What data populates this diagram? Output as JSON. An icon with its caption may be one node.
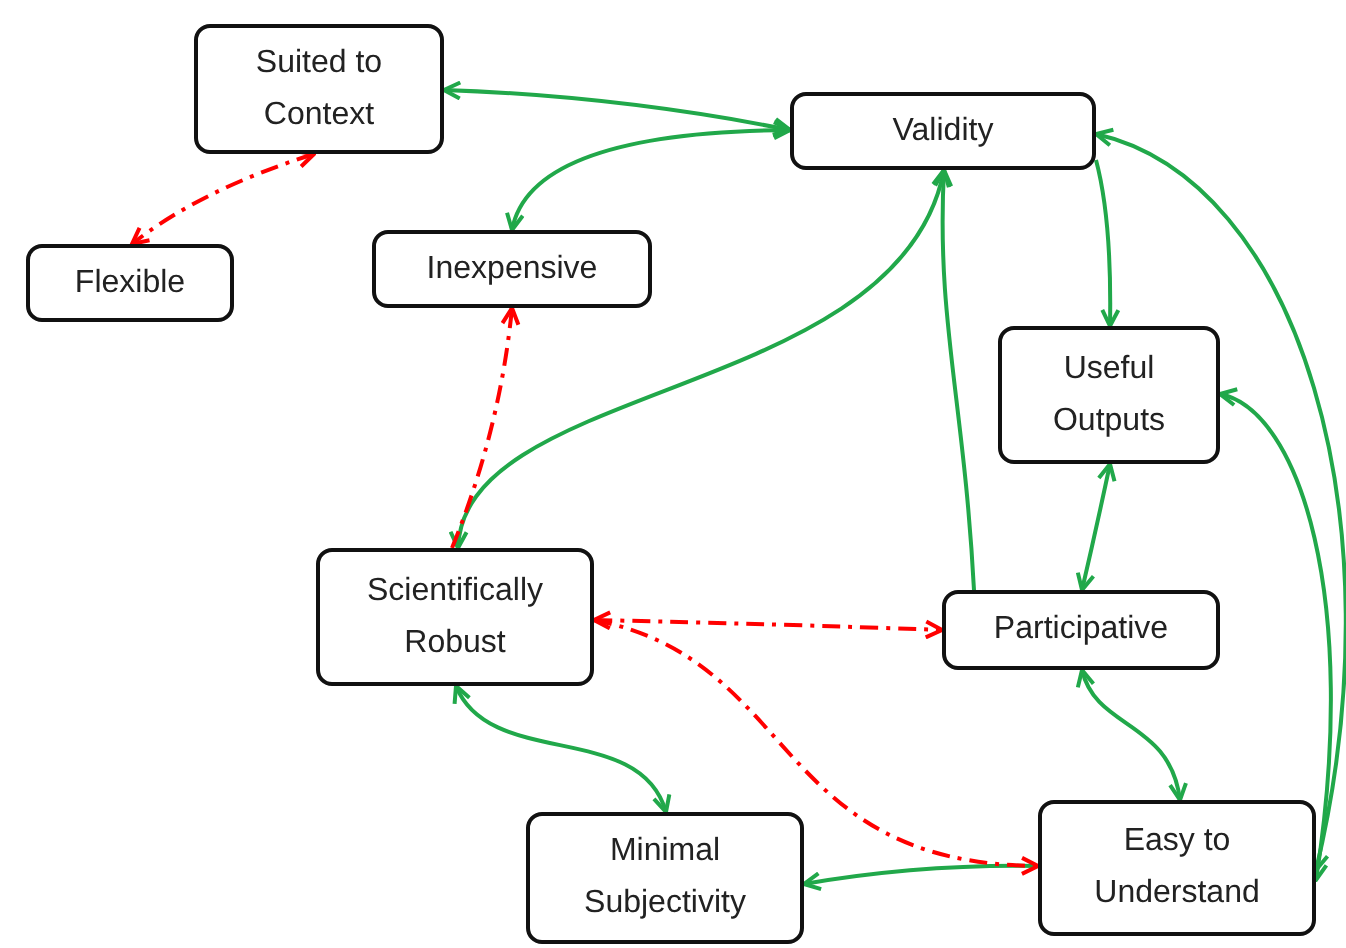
{
  "diagram": {
    "nodes": [
      {
        "text": [
          "Suited to Context"
        ]
      },
      {
        "text": [
          "Validity"
        ]
      },
      {
        "text": [
          "Flexible"
        ]
      },
      {
        "text": [
          "Inexpensive"
        ]
      },
      {
        "text": [
          "Useful Outputs"
        ]
      },
      {
        "text": [
          "Scientifically Robust"
        ]
      },
      {
        "text": [
          "Participative"
        ]
      },
      {
        "text": [
          "Minimal Subjectivity"
        ]
      },
      {
        "text": [
          "Easy to Understand"
        ]
      }
    ],
    "edges": [
      {
        "from": 1,
        "to": 0,
        "arrow": "both"
      },
      {
        "from": 1,
        "to": 3,
        "arrow": "both"
      },
      {
        "from": 1,
        "to": 4,
        "arrow": "to"
      },
      {
        "from": 5,
        "to": 1,
        "arrow": "both"
      },
      {
        "from": 6,
        "to": 1,
        "arrow": "to"
      },
      {
        "from": 4,
        "to": 6,
        "arrow": "both"
      },
      {
        "from": 6,
        "to": 8,
        "arrow": "both"
      },
      {
        "from": 8,
        "to": 1,
        "arrow": "both"
      },
      {
        "from": 8,
        "to": 4,
        "arrow": "both"
      },
      {
        "from": 5,
        "to": 7,
        "arrow": "both"
      },
      {
        "from": 8,
        "to": 7,
        "arrow": "to"
      },
      {
        "from": 0,
        "to": 2,
        "arrow": "both",
        "style": "dashed",
        "color": "#ff0000"
      },
      {
        "from": 5,
        "to": 3,
        "arrow": "to",
        "style": "dashed",
        "color": "#ff0000"
      },
      {
        "from": 5,
        "to": 6,
        "arrow": "both",
        "style": "dashed",
        "color": "#ff0000"
      },
      {
        "from": 5,
        "to": 8,
        "arrow": "to",
        "style": "dashed",
        "color": "#ff0000"
      }
    ]
  }
}
